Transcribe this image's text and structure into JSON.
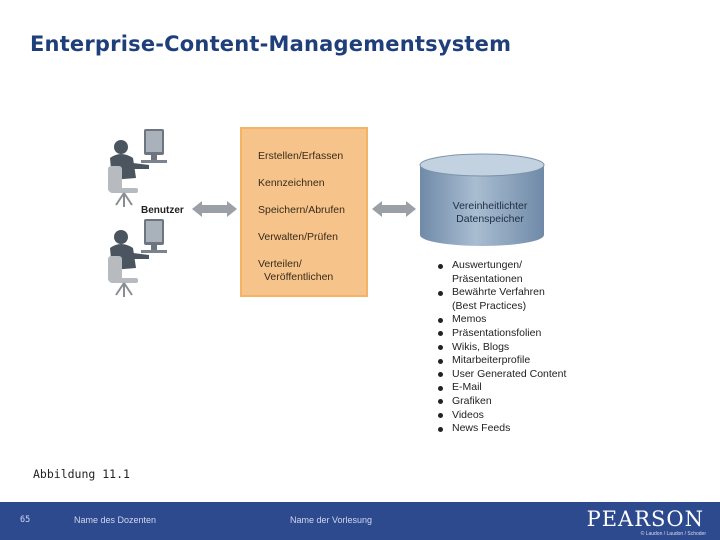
{
  "slide": {
    "title": "Enterprise-Content-Managementsystem",
    "caption": "Abbildung 11.1"
  },
  "diagram": {
    "users_label": "Benutzer",
    "process_steps": [
      "Erstellen/Erfassen",
      "Kennzeichnen",
      "Speichern/Abrufen",
      "Verwalten/Prüfen",
      "Verteilen/",
      "Veröffentlichen"
    ],
    "datastore_label_line1": "Vereinheitlichter",
    "datastore_label_line2": "Datenspeicher",
    "content_types": [
      "Auswertungen/",
      "Präsentationen",
      "Bewährte Verfahren",
      "(Best Practices)",
      "Memos",
      "Präsentationsfolien",
      "Wikis, Blogs",
      "Mitarbeiterprofile",
      "User Generated Content",
      "E-Mail",
      "Grafiken",
      "Videos",
      "News Feeds"
    ],
    "colors": {
      "process_fill": "#f6c48a",
      "datastore_fill": "#90a8c0",
      "arrow": "#9aa0a6"
    }
  },
  "footer": {
    "page_number": "65",
    "lecturer": "Name des Dozenten",
    "lecture": "Name der Vorlesung",
    "publisher": "PEARSON",
    "credit": "© Laudon / Laudon / Schoder",
    "background": "#2d4a8f"
  }
}
